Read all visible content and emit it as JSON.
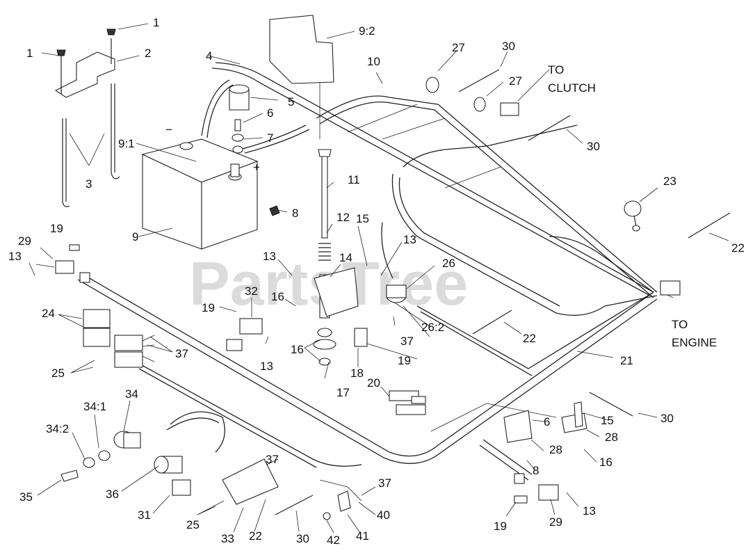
{
  "watermark": "PartsTree",
  "callouts": {
    "c1a": "1",
    "c1b": "1",
    "c2": "2",
    "c3": "3",
    "c4": "4",
    "c5": "5",
    "c6a": "6",
    "c7": "7",
    "c8a": "8",
    "c9": "9",
    "c9_1": "9:1",
    "c9_2": "9:2",
    "c10": "10",
    "c11": "11",
    "c12": "12",
    "c13a": "13",
    "c13b": "13",
    "c13c": "13",
    "c13d": "13",
    "c13e": "13",
    "c14": "14",
    "c15a": "15",
    "c15b": "15",
    "c16a": "16",
    "c16b": "16",
    "c16c": "16",
    "c17": "17",
    "c18": "18",
    "c19a": "19",
    "c19b": "19",
    "c19c": "19",
    "c19d": "19",
    "c20": "20",
    "c21": "21",
    "c22a": "22",
    "c22b": "22",
    "c22c": "22",
    "c23": "23",
    "c24": "24",
    "c25a": "25",
    "c25b": "25",
    "c26": "26",
    "c26_2": "26:2",
    "c27a": "27",
    "c27b": "27",
    "c28a": "28",
    "c28b": "28",
    "c29a": "29",
    "c29b": "29",
    "c30a": "30",
    "c30b": "30",
    "c30c": "30",
    "c30d": "30",
    "c31": "31",
    "c32": "32",
    "c33": "33",
    "c34": "34",
    "c34_1": "34:1",
    "c34_2": "34:2",
    "c35": "35",
    "c36": "36",
    "c37a": "37",
    "c37b": "37",
    "c37c": "37",
    "c37d": "37",
    "c40": "40",
    "c41": "41",
    "c42": "42",
    "c6b": "6",
    "c8b": "8"
  },
  "labels": {
    "to_clutch_1": "TO",
    "to_clutch_2": "CLUTCH",
    "to_engine_1": "TO",
    "to_engine_2": "ENGINE",
    "minus": "−",
    "plus": "+"
  }
}
